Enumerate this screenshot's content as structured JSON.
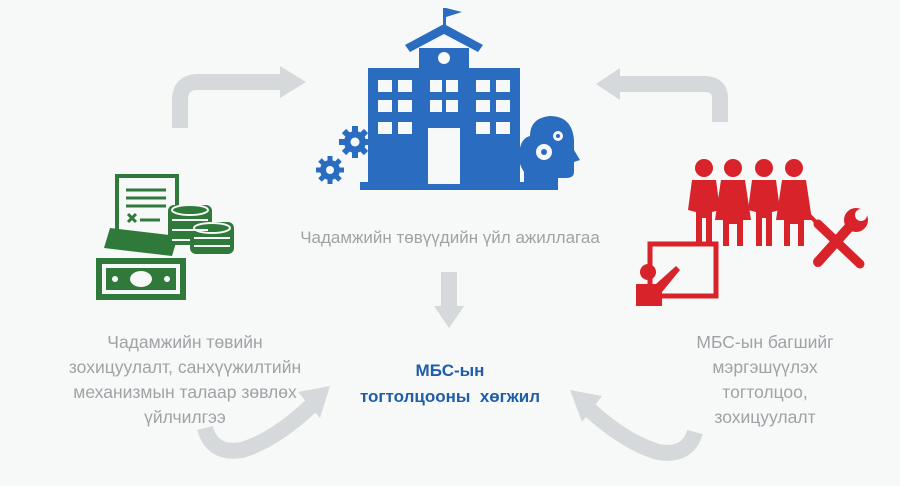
{
  "diagram": {
    "center_label": "Чадамжийн төвүүдийн үйл ажиллагаа",
    "left_label_lines": [
      "Чадамжийн төвийн",
      "зохицуулалт, санхүүжилтийн",
      "механизмын талаар зөвлөх",
      "үйлчилгээ"
    ],
    "right_label_lines": [
      "МБС-ын багшийг",
      "мэргэшүүлэх",
      "тогтолцоо,",
      "зохицуулалт"
    ],
    "goal_label_lines": [
      "МБС-ын",
      "тогтолцооны  хөгжил"
    ]
  },
  "icons": {
    "top": "school-building-with-gears-and-head-icon",
    "left": "document-money-coins-icon",
    "right": "people-teacher-tools-icon"
  },
  "colors": {
    "blue": "#2a6cbf",
    "green": "#2f7a3a",
    "red": "#d8232a",
    "arrow": "#d6d9db",
    "text_gray": "#9ea3a6",
    "goal_blue": "#1f5ea8"
  }
}
